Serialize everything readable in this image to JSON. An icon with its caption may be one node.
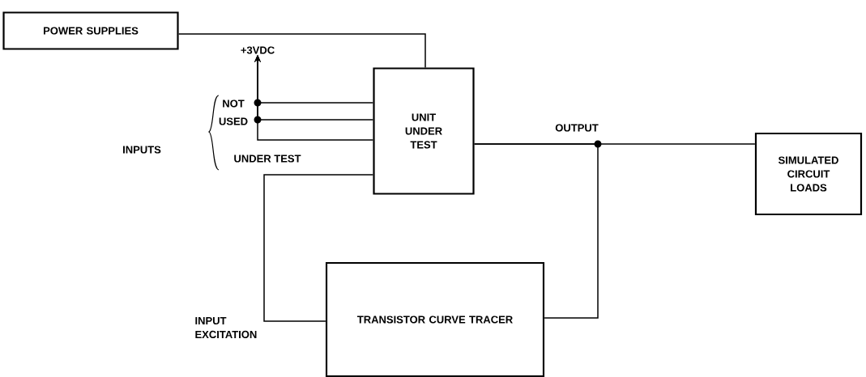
{
  "diagram": {
    "nodes": [
      {
        "text": [
          "POWER SUPPLIES"
        ]
      },
      {
        "text": [
          "UNIT UNDER TEST"
        ]
      },
      {
        "text": [
          "SIMULATED CIRCUIT LOADS"
        ]
      },
      {
        "text": [
          "TRANSISTOR CURVE TRACER"
        ]
      },
      {
        "text": [
          "+3VDC"
        ]
      }
    ],
    "edges": [
      {
        "from": 0,
        "to": 1,
        "arrow": "none"
      },
      {
        "from": 1,
        "to": 4,
        "arrow": "to"
      },
      {
        "from": 1,
        "to": 4,
        "arrow": "to"
      },
      {
        "from": 1,
        "to": 4,
        "arrow": "to"
      },
      {
        "from": 1,
        "to": 2,
        "arrow": "none",
        "label": "OUTPUT"
      },
      {
        "from": 1,
        "to": 3,
        "arrow": "none"
      },
      {
        "from": 3,
        "to": 1,
        "arrow": "none",
        "label": "INPUT EXCITATION"
      }
    ],
    "labels": [
      "INPUTS",
      "NOT",
      "USED",
      "UNDER TEST"
    ]
  }
}
